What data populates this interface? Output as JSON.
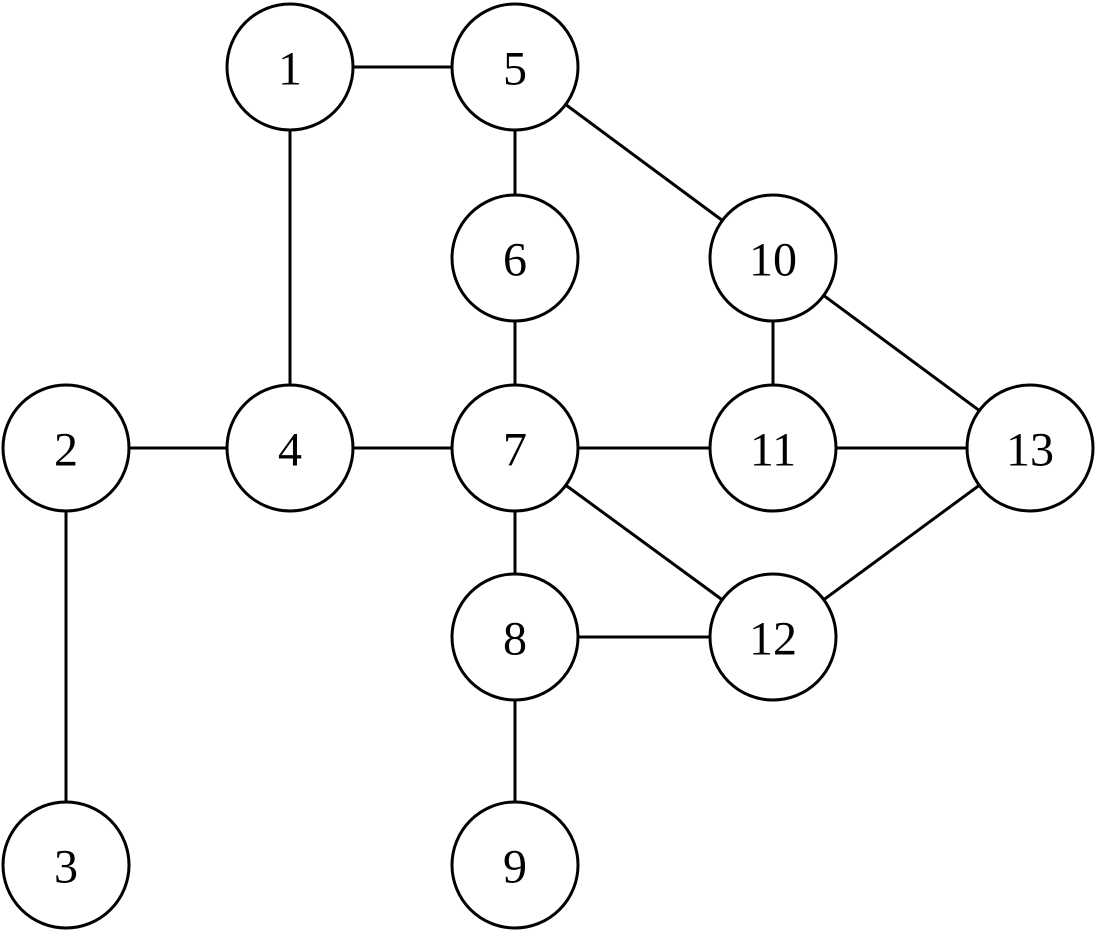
{
  "graph": {
    "nodes": [
      {
        "id": "1",
        "label": "1"
      },
      {
        "id": "2",
        "label": "2"
      },
      {
        "id": "3",
        "label": "3"
      },
      {
        "id": "4",
        "label": "4"
      },
      {
        "id": "5",
        "label": "5"
      },
      {
        "id": "6",
        "label": "6"
      },
      {
        "id": "7",
        "label": "7"
      },
      {
        "id": "8",
        "label": "8"
      },
      {
        "id": "9",
        "label": "9"
      },
      {
        "id": "10",
        "label": "10"
      },
      {
        "id": "11",
        "label": "11"
      },
      {
        "id": "12",
        "label": "12"
      },
      {
        "id": "13",
        "label": "13"
      }
    ],
    "edges": [
      [
        "1",
        "5"
      ],
      [
        "1",
        "4"
      ],
      [
        "2",
        "4"
      ],
      [
        "2",
        "3"
      ],
      [
        "4",
        "7"
      ],
      [
        "5",
        "6"
      ],
      [
        "5",
        "10"
      ],
      [
        "6",
        "7"
      ],
      [
        "7",
        "11"
      ],
      [
        "7",
        "8"
      ],
      [
        "7",
        "12"
      ],
      [
        "8",
        "12"
      ],
      [
        "8",
        "9"
      ],
      [
        "10",
        "11"
      ],
      [
        "10",
        "13"
      ],
      [
        "11",
        "13"
      ],
      [
        "12",
        "13"
      ]
    ]
  },
  "colors": {
    "stroke": "#000000",
    "fill": "#ffffff",
    "background": "#ffffff"
  }
}
